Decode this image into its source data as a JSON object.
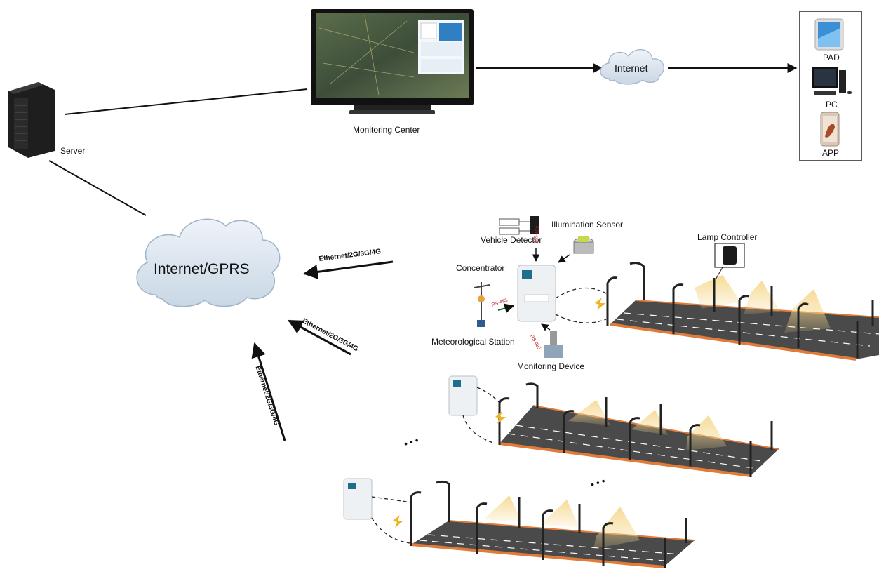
{
  "labels": {
    "server": "Server",
    "monitoring_center": "Monitoring Center",
    "internet": "Internet",
    "internet_gprs": "Internet/GPRS",
    "pad": "PAD",
    "pc": "PC",
    "app": "APP",
    "vehicle_detector": "Vehicle Detector",
    "illumination_sensor": "Illumination Sensor",
    "lamp_controller": "Lamp Controller",
    "concentrator": "Concentrator",
    "meteorological_station": "Meteorological Station",
    "monitoring_device": "Monitoring Device",
    "link_1": "Ethernet/2G/3G/4G",
    "link_2": "Ethernet/2G/3G/4G",
    "link_3": "Ethernet/2G/3G/4G",
    "rs485_a": "RS-485",
    "rs485_b": "RS-485",
    "rs485_c": "RS-485",
    "ellipsis_a": "• • •",
    "ellipsis_b": "• • •"
  },
  "colors": {
    "line": "#111111",
    "cloud_fill": "#dfe8f1",
    "cloud_stroke": "#9fb3c8",
    "road": "#4a4a4a",
    "road_edge": "#e07b39",
    "light_glow": "#f3d38c",
    "device_body": "#eef1f3"
  },
  "icons": {
    "server": "server-tower-icon",
    "monitor": "monitor-icon",
    "pad": "tablet-icon",
    "pc": "desktop-pc-icon",
    "app": "smartphone-icon"
  }
}
